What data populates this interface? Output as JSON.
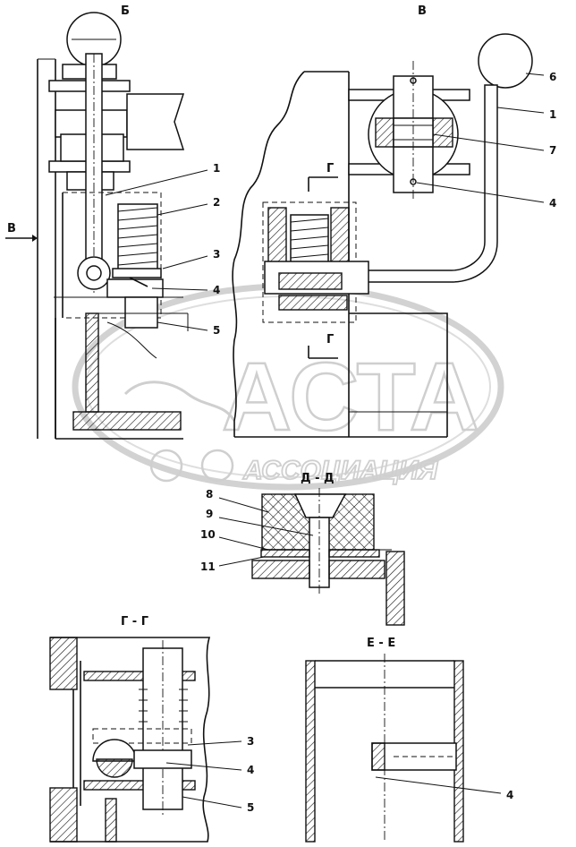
{
  "views": {
    "b": "Б",
    "v": "В",
    "dd": "Д - Д",
    "gg": "Г - Г",
    "ee": "Е - Е"
  },
  "markers": {
    "v_arrow": "В",
    "g_top": "Г",
    "g_bottom": "Г"
  },
  "callouts": {
    "b": [
      "1",
      "2",
      "3",
      "4",
      "5"
    ],
    "v": [
      "6",
      "1",
      "7",
      "4"
    ],
    "dd": [
      "8",
      "9",
      "10",
      "11"
    ],
    "gg": [
      "3",
      "4",
      "5"
    ],
    "ee": [
      "4"
    ]
  },
  "watermark": {
    "main": "АСТА",
    "sub": "АССОЦИАЦИЯ"
  }
}
